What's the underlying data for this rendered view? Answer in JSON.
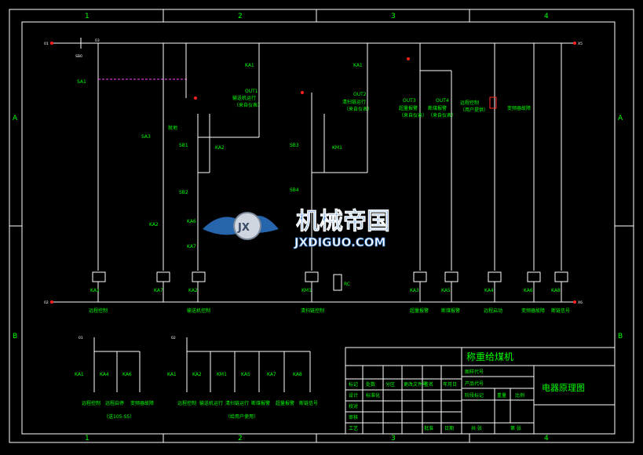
{
  "grid": {
    "cols": [
      "1",
      "2",
      "3",
      "4"
    ],
    "rows": [
      "A",
      "B"
    ]
  },
  "rails": {
    "left_top": "01",
    "left_bottom": "02",
    "right_top": "X5",
    "right_bottom": "X6",
    "n03": "03",
    "n01b": "01",
    "n02b": "02"
  },
  "components": {
    "sb0": "SB0",
    "sa1": "SA1",
    "sa3": "SA3",
    "sb1": "SB1",
    "sb2": "SB2",
    "sb3": "SB3",
    "sb4": "SB4",
    "ka1": "KA1",
    "ka2": "KA2",
    "ka6": "KA6",
    "ka7": "KA7",
    "km1": "KM1",
    "ka3": "KA3",
    "ka5": "KA5",
    "ka4": "KA4",
    "ka8": "KA8",
    "rc": "RC",
    "out1": "OUT1",
    "out2": "OUT2",
    "out3": "OUT3",
    "out4": "OUT4",
    "ka_coil_km1": "KM1"
  },
  "labels": {
    "transfer_run": "输送机运行",
    "from_instrument": "（来自仪表）",
    "clean_run": "清扫链运行",
    "from_instrument2": "（来自仪表）",
    "over_alarm": "超量报警",
    "from_instrument3": "（来自仪表）",
    "break_alarm": "断煤报警",
    "from_instrument4": "（来自仪表）",
    "remote_ctrl": "远程控制",
    "user_provide": "（用户提供）",
    "inverter_fault": "变频器故障",
    "sa3_note": "就地",
    "remote_ctrl2": "远程控制",
    "transfer_ctrl": "输送机控制",
    "clean_ctrl": "清扫链控制",
    "over_alarm2": "超量报警",
    "break_alarm2": "断煤报警",
    "remote_start": "远程启动",
    "inverter_fault2": "变频器故障",
    "chain_break": "断链信号"
  },
  "bottom_groups": {
    "left": {
      "contacts": [
        "KA1",
        "KA4",
        "KA6"
      ],
      "captions": [
        "远程控制",
        "远程启停",
        "变频器故障"
      ],
      "note": "（送105-S5）"
    },
    "right": {
      "contacts": [
        "KA1",
        "KA2",
        "KM1",
        "KA5",
        "KA7",
        "KA8"
      ],
      "captions": [
        "远程控制",
        "输送机运行",
        "清扫链运行",
        "断煤报警",
        "超量报警",
        "断链信号"
      ],
      "note": "（给用户使用）"
    }
  },
  "title_block": {
    "product": "称重给煤机",
    "drawing": "电器原理图",
    "fields": [
      "设计",
      "校对",
      "审核",
      "工艺",
      "标准化",
      "批准",
      "日期",
      "签名",
      "标记",
      "处数",
      "分区",
      "更改文件号",
      "年月日",
      "阶段标记",
      "重量",
      "比例",
      "共 张",
      "第 张",
      "图样代号",
      "产品代号"
    ]
  },
  "watermark": {
    "brand": "机械帝国",
    "url": "JXDIGUO.COM",
    "logo": "JX"
  }
}
